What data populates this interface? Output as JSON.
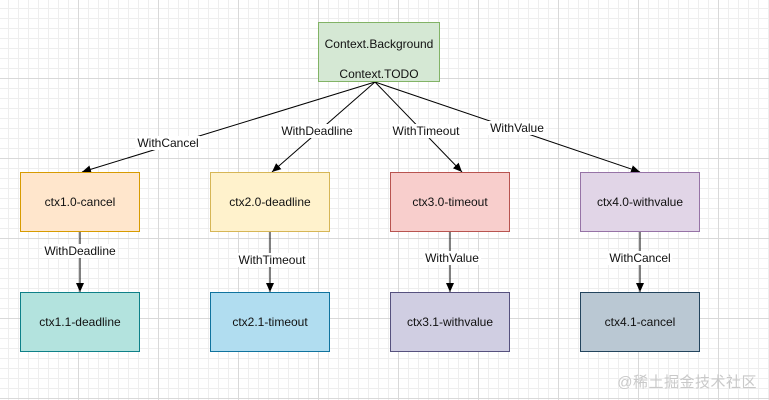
{
  "root": {
    "line1": "Context.Background",
    "line2": "Context.TODO",
    "fill": "#d5e8d4",
    "border": "#82b366"
  },
  "level1": [
    {
      "label": "ctx1.0-cancel",
      "fill": "#ffe6cc",
      "border": "#d79b00"
    },
    {
      "label": "ctx2.0-deadline",
      "fill": "#fff2cc",
      "border": "#d6b656"
    },
    {
      "label": "ctx3.0-timeout",
      "fill": "#f8cecc",
      "border": "#b85450"
    },
    {
      "label": "ctx4.0-withvalue",
      "fill": "#e1d5e7",
      "border": "#9673a6"
    }
  ],
  "level2": [
    {
      "label": "ctx1.1-deadline",
      "fill": "#b3e3de",
      "border": "#0e8088"
    },
    {
      "label": "ctx2.1-timeout",
      "fill": "#b1ddf0",
      "border": "#10739e"
    },
    {
      "label": "ctx3.1-withvalue",
      "fill": "#d0cee2",
      "border": "#56517e"
    },
    {
      "label": "ctx4.1-cancel",
      "fill": "#bac8d3",
      "border": "#23445d"
    }
  ],
  "edges_root": [
    "WithCancel",
    "WithDeadline",
    "WithTimeout",
    "WithValue"
  ],
  "edges_child": [
    "WithDeadline",
    "WithTimeout",
    "WithValue",
    "WithCancel"
  ],
  "watermark": "@稀土掘金技术社区"
}
